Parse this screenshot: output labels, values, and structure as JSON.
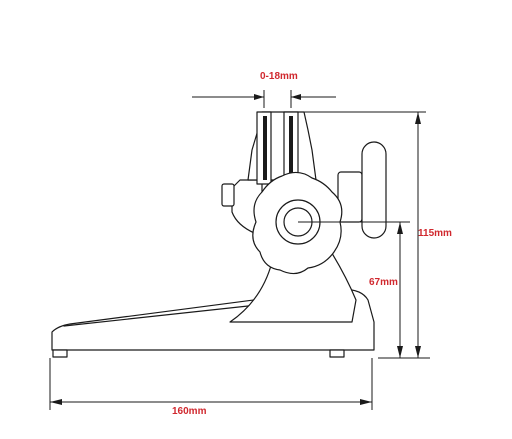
{
  "diagram": {
    "labels": {
      "jaw_gap": "0-18mm",
      "total_height": "115mm",
      "axis_height": "67mm",
      "base_length": "160mm"
    },
    "colors": {
      "line": "#1a1a1a",
      "label": "#d0282e",
      "background": "#ffffff"
    }
  }
}
